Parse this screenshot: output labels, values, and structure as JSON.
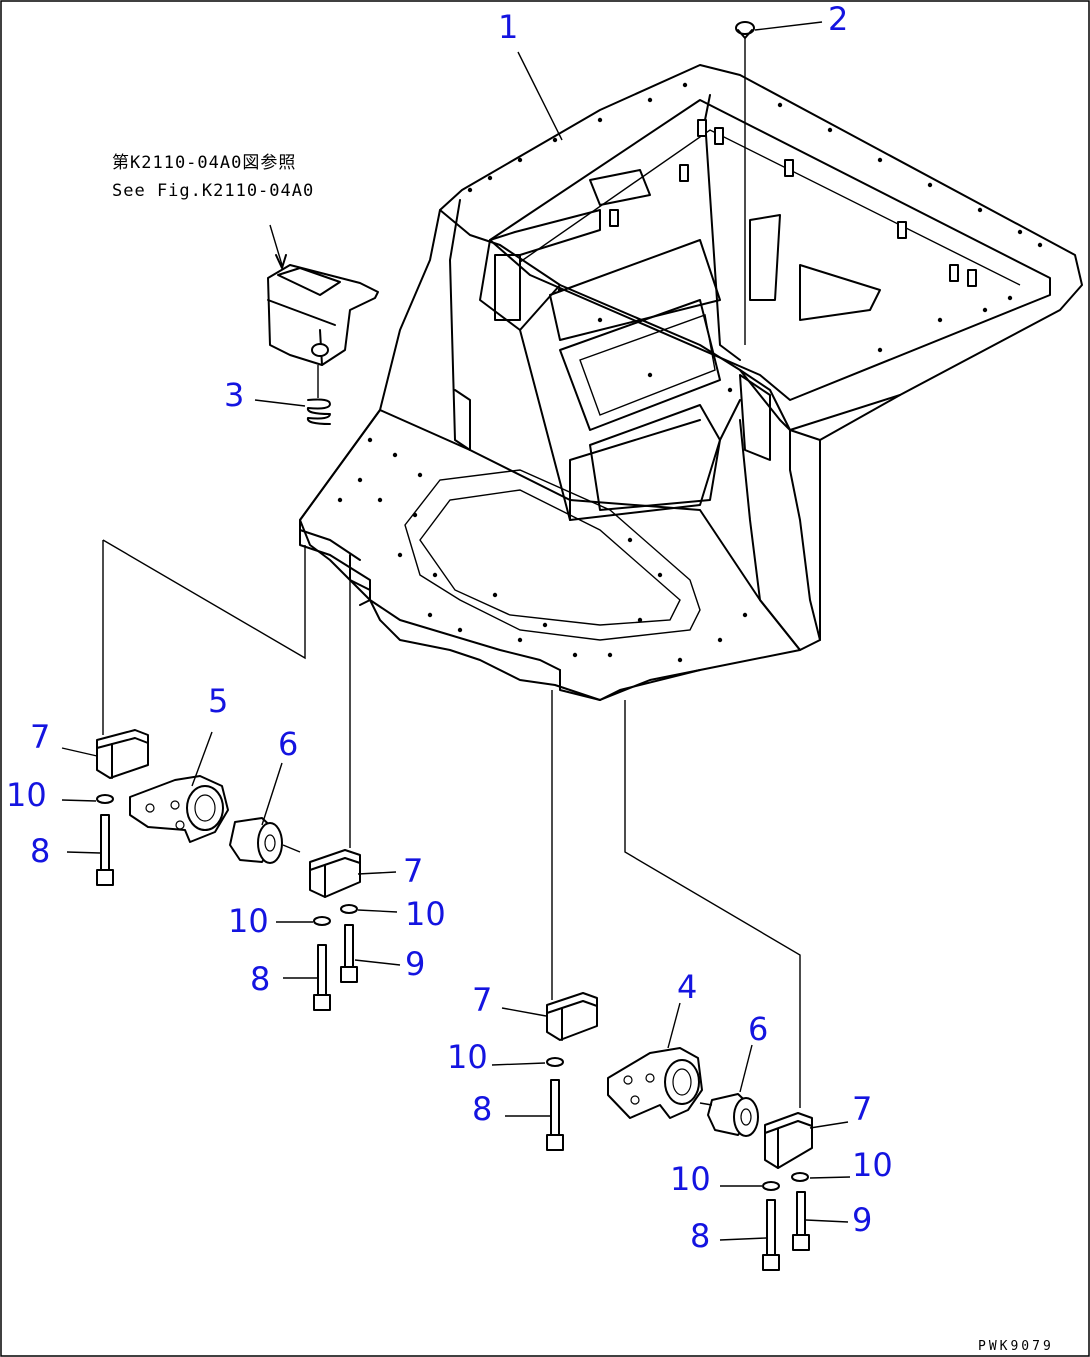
{
  "diagram": {
    "reference_note": {
      "japanese": "第K2110-04A0図参照",
      "english": "See Fig.K2110-04A0"
    },
    "drawing_code": "PWK9079",
    "callouts": [
      {
        "id": "c1",
        "label": "1"
      },
      {
        "id": "c2",
        "label": "2"
      },
      {
        "id": "c3",
        "label": "3"
      },
      {
        "id": "c4",
        "label": "4"
      },
      {
        "id": "c5",
        "label": "5"
      },
      {
        "id": "c6a",
        "label": "6"
      },
      {
        "id": "c6b",
        "label": "6"
      },
      {
        "id": "c7a",
        "label": "7"
      },
      {
        "id": "c7b",
        "label": "7"
      },
      {
        "id": "c7c",
        "label": "7"
      },
      {
        "id": "c7d",
        "label": "7"
      },
      {
        "id": "c8a",
        "label": "8"
      },
      {
        "id": "c8b",
        "label": "8"
      },
      {
        "id": "c8c",
        "label": "8"
      },
      {
        "id": "c8d",
        "label": "8"
      },
      {
        "id": "c9a",
        "label": "9"
      },
      {
        "id": "c9b",
        "label": "9"
      },
      {
        "id": "c10a",
        "label": "10"
      },
      {
        "id": "c10b",
        "label": "10"
      },
      {
        "id": "c10c",
        "label": "10"
      },
      {
        "id": "c10d",
        "label": "10"
      },
      {
        "id": "c10e",
        "label": "10"
      },
      {
        "id": "c10f",
        "label": "10"
      }
    ],
    "colors": {
      "callout": "#1414e0",
      "line": "#000000",
      "background": "#ffffff"
    }
  }
}
